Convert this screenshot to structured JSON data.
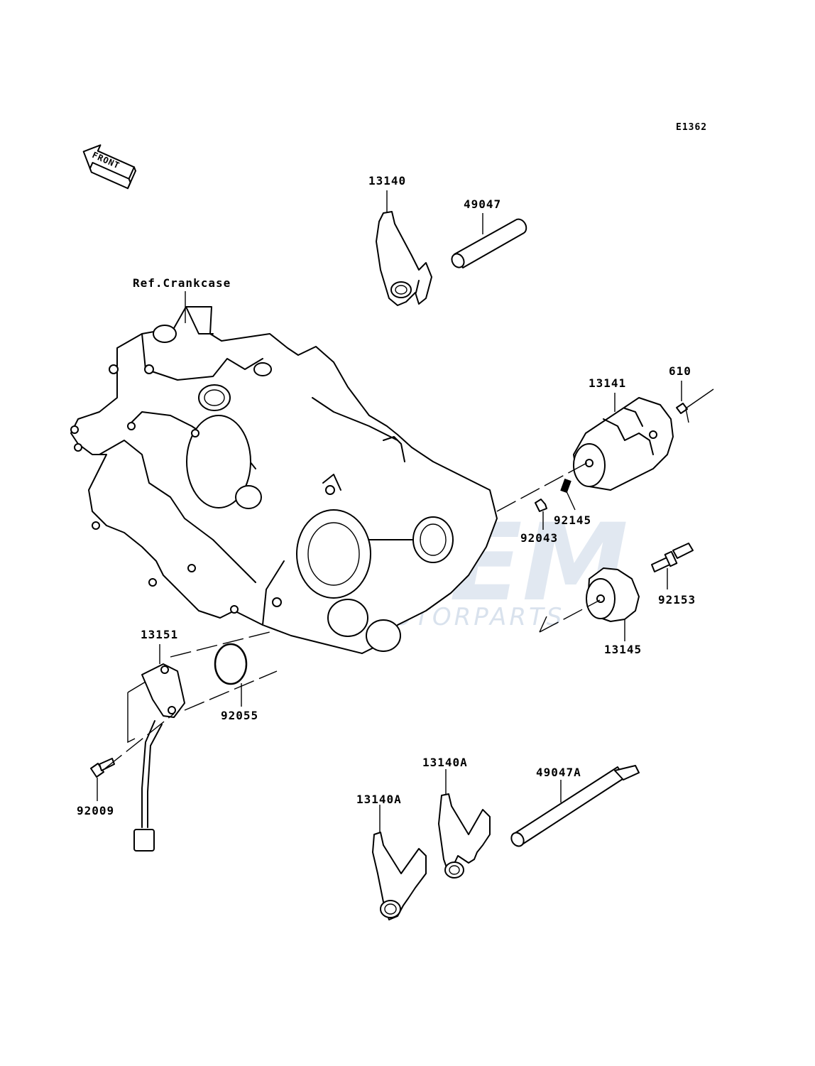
{
  "diagram_id": "E1362",
  "front_arrow": "FRONT",
  "ref_label": "Ref.Crankcase",
  "parts": {
    "p13140": "13140",
    "p49047": "49047",
    "p13141": "13141",
    "p610": "610",
    "p92145": "92145",
    "p92043": "92043",
    "p92153": "92153",
    "p13145": "13145",
    "p13151": "13151",
    "p92055": "92055",
    "p92009": "92009",
    "p13140A_top": "13140A",
    "p13140A_left": "13140A",
    "p49047A": "49047A"
  },
  "watermark": {
    "brand": "GEM",
    "tagline": "MOTORPARTS",
    "color": "#c9d6e6"
  },
  "colors": {
    "line": "#000000",
    "background": "#ffffff"
  }
}
